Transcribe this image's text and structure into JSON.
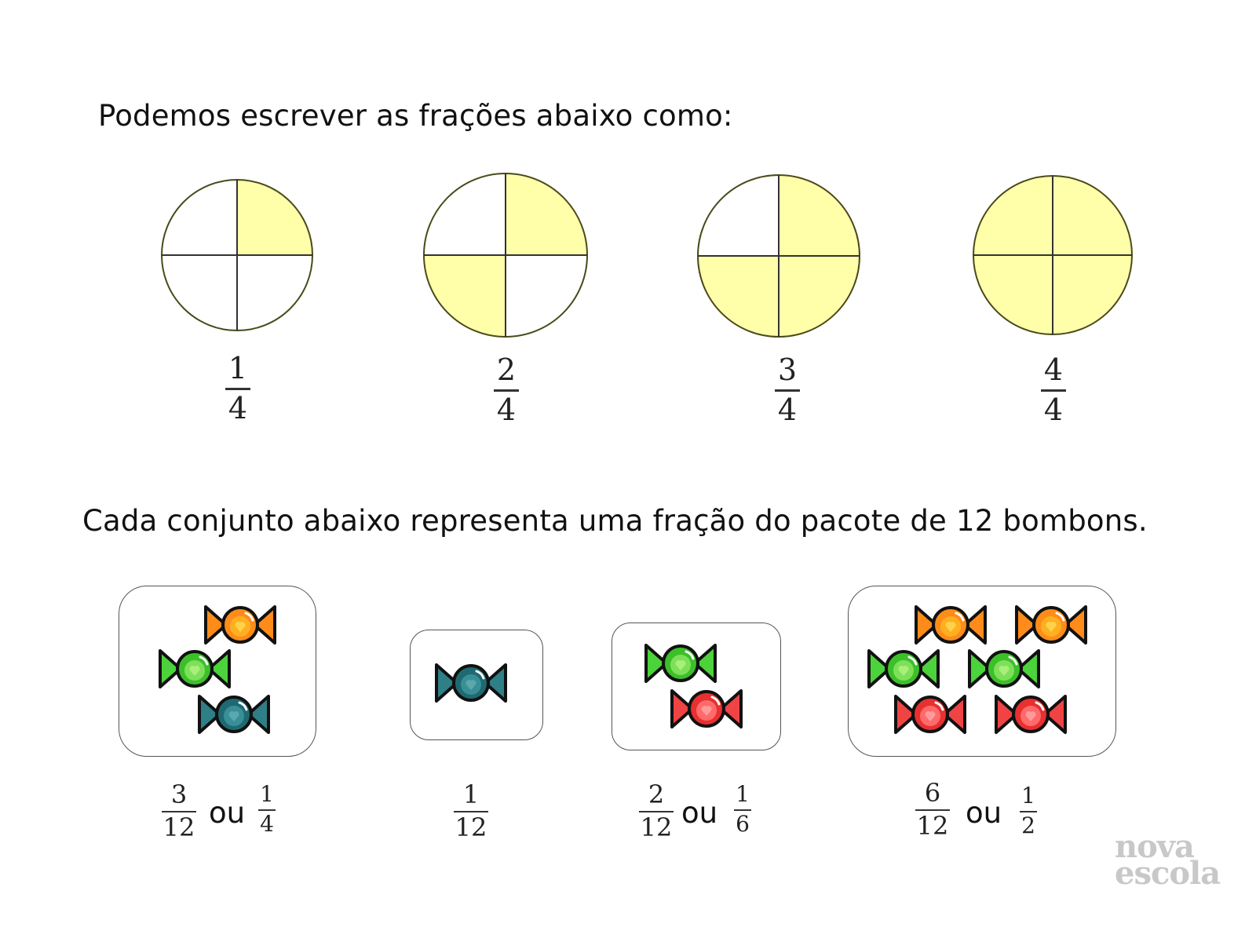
{
  "headings": {
    "fractions_intro": "Podemos escrever as frações abaixo como:",
    "candies_intro": "Cada conjunto abaixo representa uma fração do pacote de 12 bombons."
  },
  "colors": {
    "fill": "#ffffaa",
    "stroke": "#4a4a1a",
    "orange": "#ff8c1a",
    "green": "#4cd23a",
    "teal": "#2f7f86",
    "red": "#f04444",
    "logo": "#c8c8c8"
  },
  "pies": [
    {
      "shaded": [
        "top-right"
      ],
      "fraction": {
        "num": "1",
        "den": "4"
      }
    },
    {
      "shaded": [
        "top-right",
        "bottom-left"
      ],
      "fraction": {
        "num": "2",
        "den": "4"
      }
    },
    {
      "shaded": [
        "top-right",
        "bottom-left",
        "bottom-right"
      ],
      "fraction": {
        "num": "3",
        "den": "4"
      }
    },
    {
      "shaded": [
        "top-left",
        "top-right",
        "bottom-left",
        "bottom-right"
      ],
      "fraction": {
        "num": "4",
        "den": "4"
      }
    }
  ],
  "candy_sets": [
    {
      "candies": [
        "orange",
        "green",
        "teal"
      ],
      "fraction": {
        "num": "3",
        "den": "12"
      },
      "or_label": "ou",
      "simplified": {
        "num": "1",
        "den": "4"
      }
    },
    {
      "candies": [
        "teal"
      ],
      "fraction": {
        "num": "1",
        "den": "12"
      }
    },
    {
      "candies": [
        "green",
        "red"
      ],
      "fraction": {
        "num": "2",
        "den": "12"
      },
      "or_label": "ou",
      "simplified": {
        "num": "1",
        "den": "6"
      }
    },
    {
      "candies": [
        "orange",
        "orange",
        "green",
        "green",
        "red",
        "red"
      ],
      "fraction": {
        "num": "6",
        "den": "12"
      },
      "or_label": "ou",
      "simplified": {
        "num": "1",
        "den": "2"
      }
    }
  ],
  "logo": {
    "line1": "nova",
    "line2": "escola"
  }
}
